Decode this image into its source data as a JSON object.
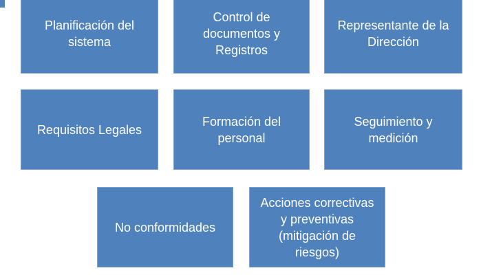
{
  "diagram": {
    "background_color": "#ffffff",
    "node_fill_color": "#4f81bd",
    "node_border_color": "#7fa3d1",
    "node_text_color": "#ffffff",
    "boxes": [
      {
        "id": "planificacion-del-sistema",
        "text": "Planificación del\nsistema"
      },
      {
        "id": "control-de-documentos-y-registros",
        "text": "Control de\ndocumentos y\nRegistros"
      },
      {
        "id": "representante-de-la-direccion",
        "text": "Representante de la\nDirección"
      },
      {
        "id": "requisitos-legales",
        "text": "Requisitos Legales"
      },
      {
        "id": "formacion-del-personal",
        "text": "Formación del\npersonal"
      },
      {
        "id": "seguimiento-y-medicion",
        "text": "Seguimiento y\nmedición"
      },
      {
        "id": "no-conformidades",
        "text": "No conformidades"
      },
      {
        "id": "acciones-correctivas-y-preventivas",
        "text": "Acciones correctivas\ny preventivas\n(mitigación de\nriesgos)"
      }
    ]
  }
}
